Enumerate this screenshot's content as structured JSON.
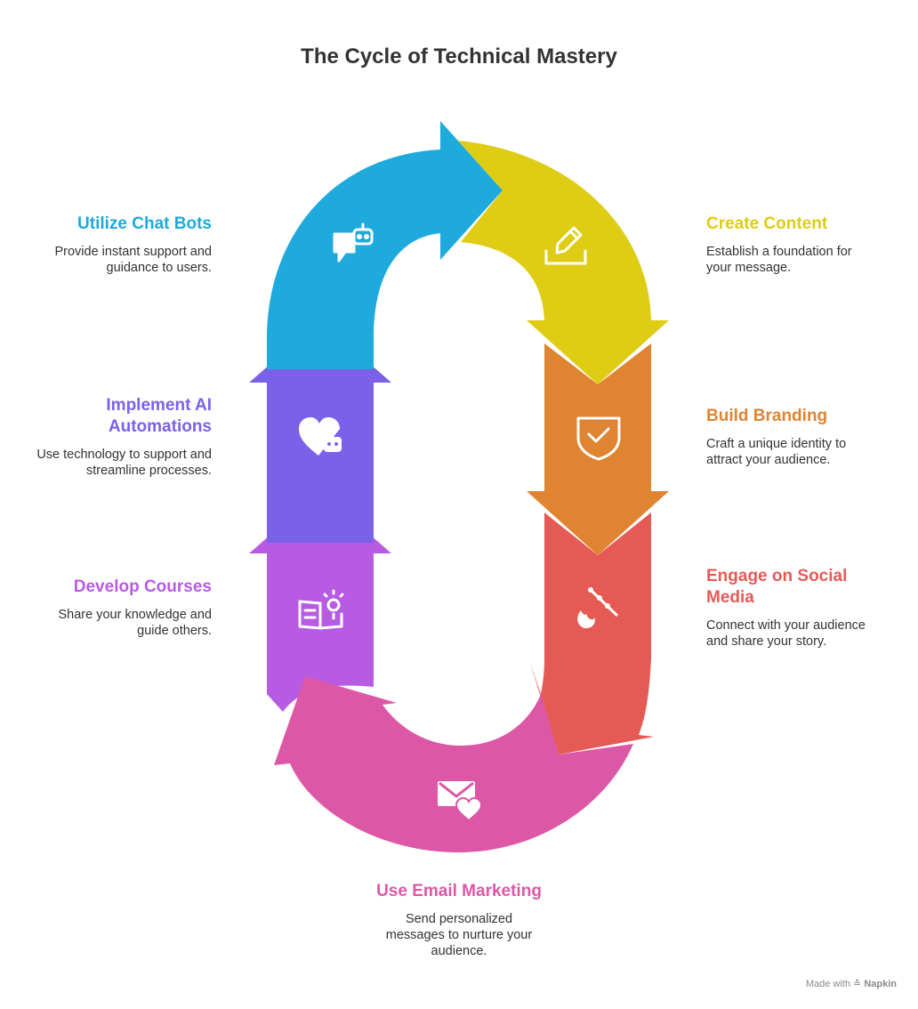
{
  "title": "The Cycle of Technical Mastery",
  "steps": [
    {
      "key": "create-content",
      "title": "Create Content",
      "description": "Establish a foundation for your message.",
      "color": "#DFCC14",
      "icon": "pencil-edit-icon"
    },
    {
      "key": "build-branding",
      "title": "Build Branding",
      "description": "Craft a unique identity to attract your audience.",
      "color": "#DF8430",
      "icon": "shield-check-icon"
    },
    {
      "key": "engage-social",
      "title": "Engage on Social Media",
      "description": "Connect with your audience and share your story.",
      "color": "#E65A55",
      "icon": "social-spark-icon"
    },
    {
      "key": "email-marketing",
      "title": "Use Email Marketing",
      "description": "Send personalized messages to nurture your audience.",
      "color": "#DC57A6",
      "icon": "envelope-heart-icon"
    },
    {
      "key": "develop-courses",
      "title": "Develop Courses",
      "description": "Share your knowledge and guide others.",
      "color": "#B85BE3",
      "icon": "book-lightbulb-icon"
    },
    {
      "key": "ai-automations",
      "title": "Implement AI Automations",
      "description": "Use technology to support and streamline processes.",
      "color": "#7B61E8",
      "icon": "heart-robot-icon"
    },
    {
      "key": "chat-bots",
      "title": "Utilize Chat Bots",
      "description": "Provide instant support and guidance to users.",
      "color": "#1EAADC",
      "icon": "chatbot-icon"
    }
  ],
  "credit": {
    "prefix": "Made with",
    "brand": "Napkin"
  }
}
